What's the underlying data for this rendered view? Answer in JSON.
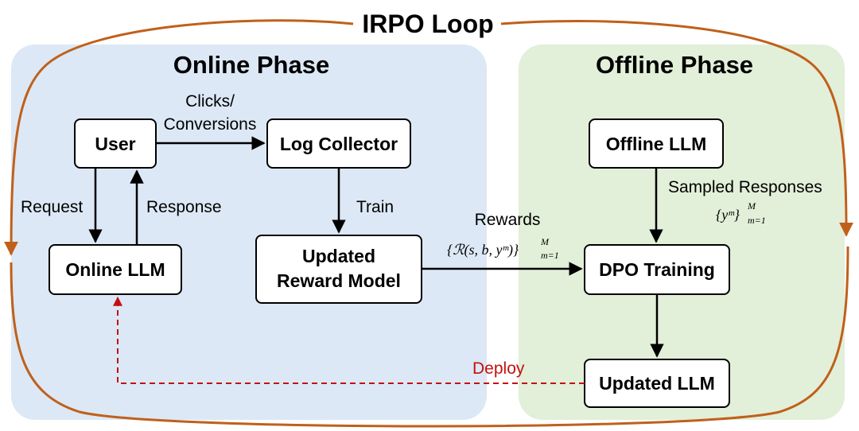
{
  "loop": {
    "title": "IRPO Loop"
  },
  "phases": {
    "online": {
      "title": "Online Phase"
    },
    "offline": {
      "title": "Offline Phase"
    }
  },
  "nodes": {
    "user": "User",
    "log_collector": "Log Collector",
    "online_llm": "Online LLM",
    "reward_model_line1": "Updated",
    "reward_model_line2": "Reward Model",
    "offline_llm": "Offline LLM",
    "dpo_training": "DPO Training",
    "updated_llm": "Updated LLM"
  },
  "edges": {
    "clicks_line1": "Clicks/",
    "clicks_line2": "Conversions",
    "request": "Request",
    "response": "Response",
    "train": "Train",
    "rewards": "Rewards",
    "rewards_formula": "{ℛ(s, b, yᵐ)}",
    "rewards_formula_sup": "M",
    "rewards_formula_sub": "m=1",
    "sampled_responses": "Sampled Responses",
    "sampled_formula": "{yᵐ}",
    "sampled_formula_sup": "M",
    "sampled_formula_sub": "m=1",
    "deploy": "Deploy"
  },
  "colors": {
    "online_bg": "#dce8f5",
    "offline_bg": "#e2efd9",
    "loop_stroke": "#c0601a",
    "deploy_stroke": "#c41010"
  }
}
